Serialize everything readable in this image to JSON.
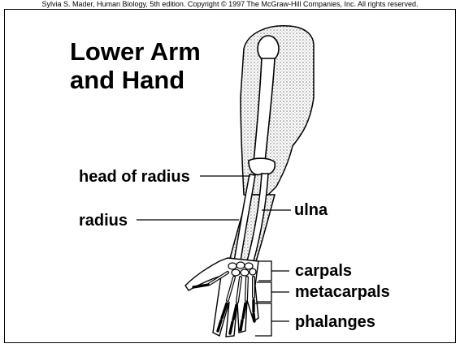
{
  "credit": "Sylvia S. Mader, Human Biology, 5th edition. Copyright © 1997 The McGraw-Hill Companies, Inc. All rights reserved.",
  "title": [
    "Lower Arm",
    "and Hand"
  ],
  "labels": {
    "head_of_radius": "head of radius",
    "radius": "radius",
    "ulna": "ulna",
    "carpals": "carpals",
    "metacarpals": "metacarpals",
    "phalanges": "phalanges"
  },
  "colors": {
    "ink": "#000000",
    "background": "#ffffff",
    "shading": "#8a8a8a"
  }
}
